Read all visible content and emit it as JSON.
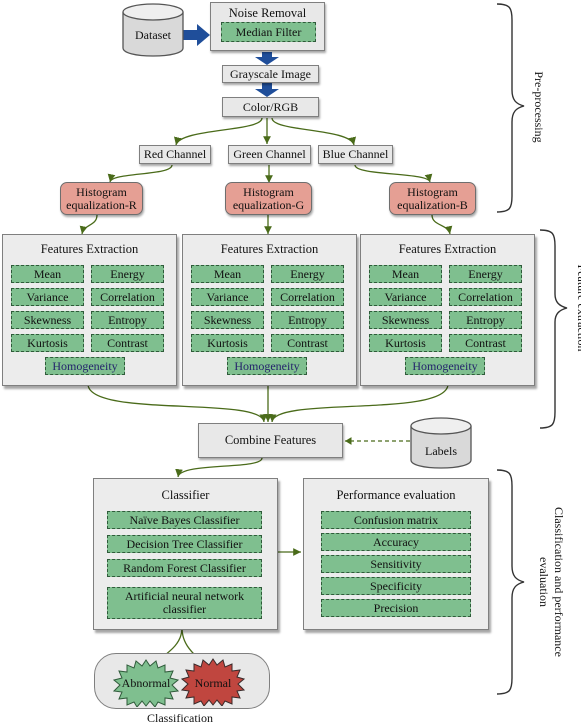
{
  "preprocessing": {
    "dataset": "Dataset",
    "noise_removal": "Noise Removal",
    "median_filter": "Median Filter",
    "grayscale": "Grayscale Image",
    "color_rgb": "Color/RGB"
  },
  "channels": {
    "red": "Red Channel",
    "green": "Green Channel",
    "blue": "Blue Channel"
  },
  "histograms": {
    "r_line1": "Histogram",
    "r_line2": "equalization-R",
    "g_line1": "Histogram",
    "g_line2": "equalization-G",
    "b_line1": "Histogram",
    "b_line2": "equalization-B"
  },
  "features": {
    "title": "Features Extraction",
    "left_column": [
      "Mean",
      "Variance",
      "Skewness",
      "Kurtosis"
    ],
    "right_column": [
      "Energy",
      "Correlation",
      "Entropy",
      "Contrast"
    ],
    "homogeneity": "Homogeneity"
  },
  "combine": "Combine Features",
  "labels": "Labels",
  "classifier": {
    "title": "Classifier",
    "items": [
      "Naïve Bayes Classifier",
      "Decision Tree Classifier",
      "Random Forest Classifier"
    ],
    "ann_line1": "Artificial neural network",
    "ann_line2": "classifier"
  },
  "performance": {
    "title": "Performance evaluation",
    "items": [
      "Confusion matrix",
      "Accuracy",
      "Sensitivity",
      "Specificity",
      "Precision"
    ]
  },
  "classification": {
    "abnormal": "Abnormal",
    "normal": "Normal",
    "caption": "Classification"
  },
  "side_labels": {
    "preprocessing": "Pre-processing",
    "feature_extraction": "Feature extraction",
    "classification_line1": "Classification and performance",
    "classification_line2": "evaluation"
  },
  "colors": {
    "green_box": "#7fbf8f",
    "pink_box": "#e59f94",
    "gray_panel": "#ececec",
    "connector": "#4a6b1a",
    "blue_arrow": "#1f4e9a",
    "normal_red": "#c0463f"
  }
}
